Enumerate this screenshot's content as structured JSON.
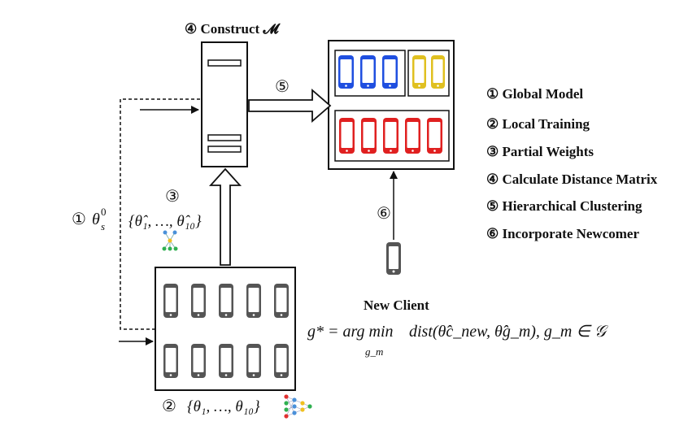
{
  "step_titles": {
    "construct": "④ Construct 𝓜",
    "new_client": "New Client"
  },
  "step_markers": {
    "s1": "①",
    "s2": "②",
    "s3": "③",
    "s5": "⑤",
    "s6": "⑥"
  },
  "legend": [
    "① Global Model",
    "② Local Training",
    "③ Partial Weights",
    "④ Calculate Distance Matrix",
    "⑤ Hierarchical Clustering",
    "⑥ Incorporate Newcomer"
  ],
  "math": {
    "global_theta": "θ",
    "global_sub": "s",
    "global_sup": "0",
    "partial_weights": "{θ̂₁, …, θ̂₁₀}",
    "local_weights": "{θ₁, …, θ₁₀}",
    "assign_lhs": "g* = arg min",
    "assign_rhs": "dist(θ̂c_new, θ̂g_m),  g_m ∈ 𝒢",
    "assign_under": "g_m"
  },
  "colors": {
    "cluster_blue": "#1f4fe0",
    "cluster_yellow": "#e0c020",
    "cluster_red": "#e02020",
    "client_gray": "#555555",
    "line": "#111111"
  },
  "clusters": {
    "blue_count": 3,
    "yellow_count": 2,
    "red_count": 5
  },
  "clients": {
    "rows": 2,
    "cols": 5
  }
}
